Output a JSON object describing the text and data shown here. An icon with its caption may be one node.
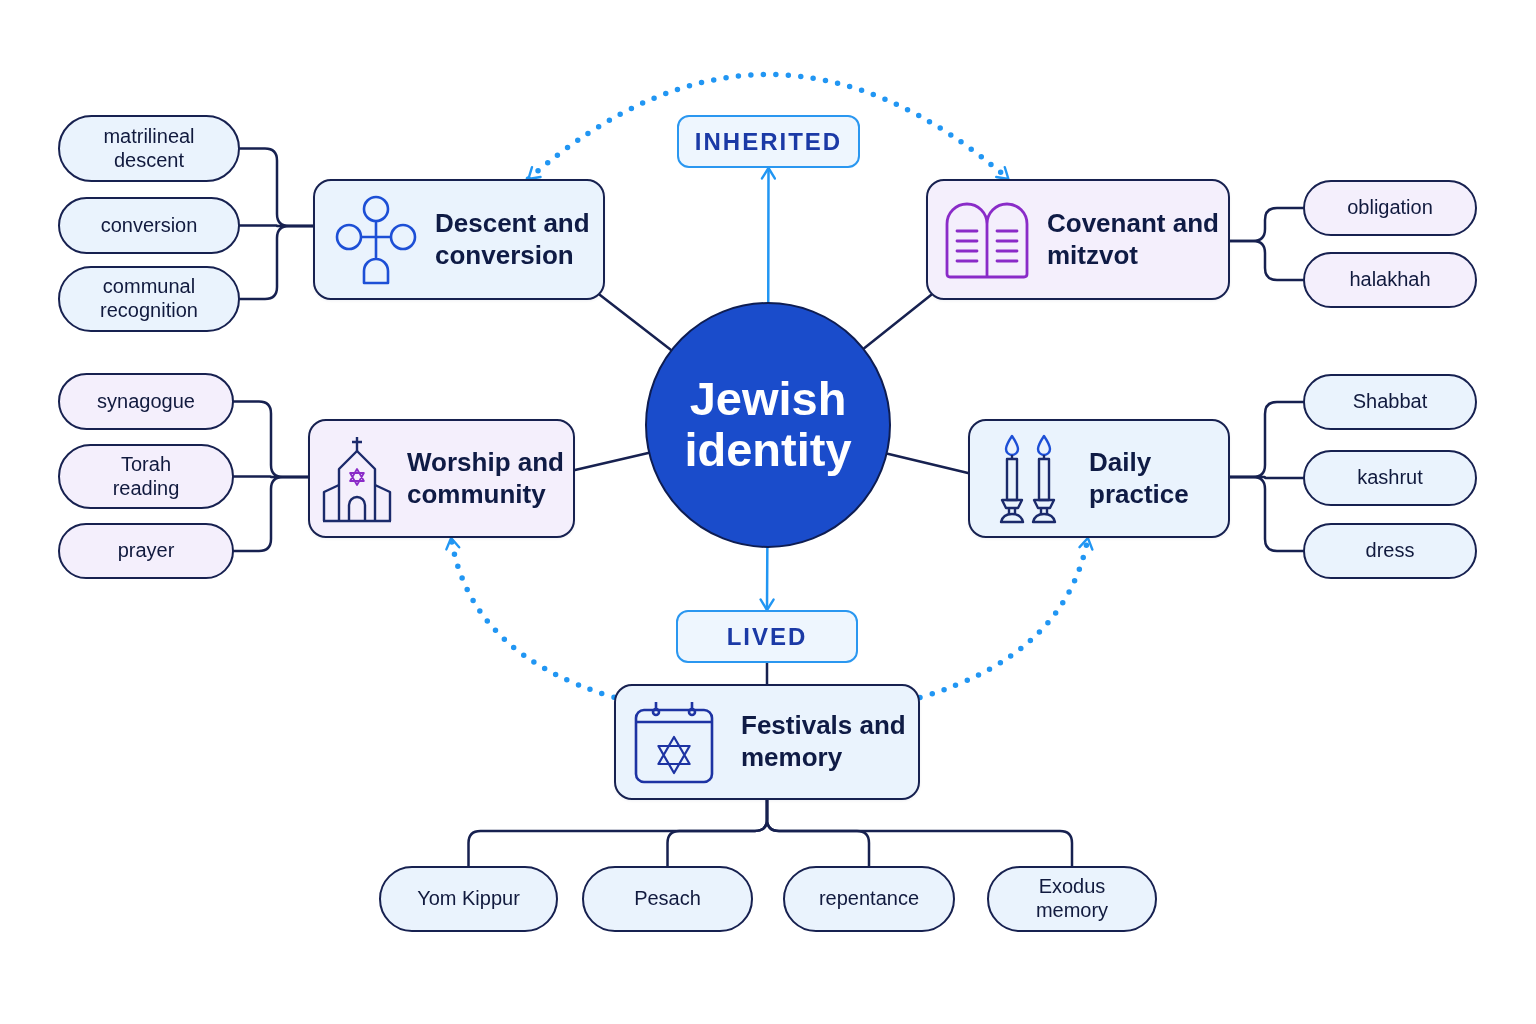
{
  "diagram": {
    "nodes": [
      {
        "text": [
          "INHERITED"
        ]
      },
      {
        "text": [
          "Descent and conversion"
        ]
      },
      {
        "text": [
          "matrilineal descent"
        ]
      },
      {
        "text": [
          "conversion"
        ]
      },
      {
        "text": [
          "communal recognition"
        ]
      },
      {
        "text": [
          "Covenant and mitzvot"
        ]
      },
      {
        "text": [
          "obligation"
        ]
      },
      {
        "text": [
          "halakhah"
        ]
      },
      {
        "text": [
          "Jewish identity"
        ]
      },
      {
        "text": [
          "Worship and community"
        ]
      },
      {
        "text": [
          "synagogue"
        ]
      },
      {
        "text": [
          "Torah reading"
        ]
      },
      {
        "text": [
          "prayer"
        ]
      },
      {
        "text": [
          "Daily practice"
        ]
      },
      {
        "text": [
          "Shabbat"
        ]
      },
      {
        "text": [
          "kashrut"
        ]
      },
      {
        "text": [
          "dress"
        ]
      },
      {
        "text": [
          "LIVED"
        ]
      },
      {
        "text": [
          "Festivals and memory"
        ]
      },
      {
        "text": [
          "Yom Kippur"
        ]
      },
      {
        "text": [
          "Pesach"
        ]
      },
      {
        "text": [
          "repentance"
        ]
      },
      {
        "text": [
          "Exodus memory"
        ]
      }
    ],
    "edges": [
      {
        "from": 8,
        "to": 0,
        "arrow": "to",
        "color": "#2196f3"
      },
      {
        "from": 1,
        "to": 5,
        "arrow": "both",
        "style": "dashed",
        "color": "#2196f3"
      },
      {
        "from": 8,
        "to": 1,
        "arrow": "none"
      },
      {
        "from": 8,
        "to": 5,
        "arrow": "none"
      },
      {
        "from": 1,
        "to": 2,
        "arrow": "none"
      },
      {
        "from": 1,
        "to": 3,
        "arrow": "none"
      },
      {
        "from": 1,
        "to": 4,
        "arrow": "none"
      },
      {
        "from": 5,
        "to": 6,
        "arrow": "none"
      },
      {
        "from": 5,
        "to": 7,
        "arrow": "none"
      },
      {
        "from": 8,
        "to": 9,
        "arrow": "none"
      },
      {
        "from": 8,
        "to": 13,
        "arrow": "none"
      },
      {
        "from": 9,
        "to": 10,
        "arrow": "none"
      },
      {
        "from": 9,
        "to": 11,
        "arrow": "none"
      },
      {
        "from": 9,
        "to": 12,
        "arrow": "none"
      },
      {
        "from": 13,
        "to": 14,
        "arrow": "none"
      },
      {
        "from": 13,
        "to": 15,
        "arrow": "none"
      },
      {
        "from": 13,
        "to": 16,
        "arrow": "none"
      },
      {
        "from": 8,
        "to": 17,
        "arrow": "to",
        "color": "#2196f3"
      },
      {
        "from": 17,
        "to": 18,
        "arrow": "none"
      },
      {
        "from": 18,
        "to": 9,
        "arrow": "to",
        "style": "dashed",
        "color": "#2196f3"
      },
      {
        "from": 18,
        "to": 13,
        "arrow": "to",
        "style": "dashed",
        "color": "#2196f3"
      },
      {
        "from": 18,
        "to": 19,
        "arrow": "none"
      },
      {
        "from": 18,
        "to": 20,
        "arrow": "none"
      },
      {
        "from": 18,
        "to": 21,
        "arrow": "none"
      },
      {
        "from": 18,
        "to": 22,
        "arrow": "none"
      }
    ]
  }
}
